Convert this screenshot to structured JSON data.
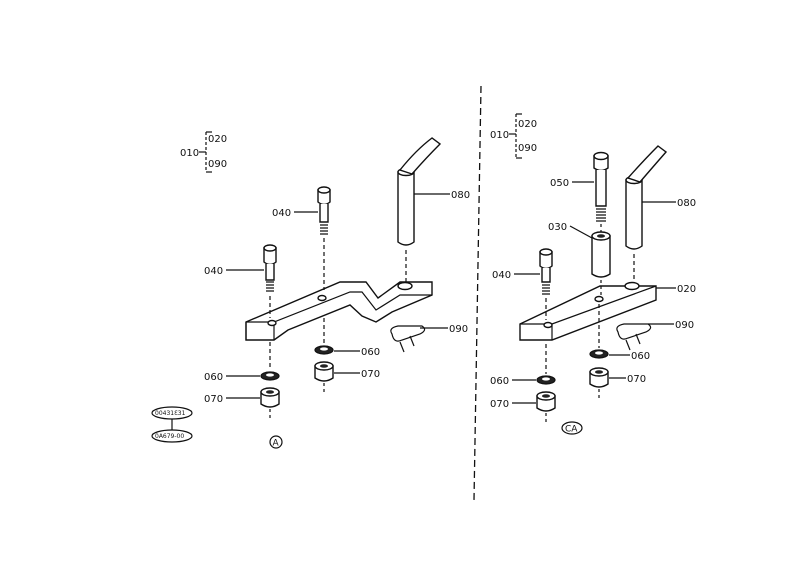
{
  "callouts": {
    "left": {
      "ref010": "010",
      "ref020": "020",
      "ref090_top": "090",
      "ref040_a": "040",
      "ref040_b": "040",
      "ref080": "080",
      "ref090": "090",
      "ref060_a": "060",
      "ref060_b": "060",
      "ref070_a": "070",
      "ref070_b": "070"
    },
    "right": {
      "ref010": "010",
      "ref020_top": "020",
      "ref090_top": "090",
      "ref050": "050",
      "ref080": "080",
      "ref030": "030",
      "ref040": "040",
      "ref020": "020",
      "ref090": "090",
      "ref060_a": "060",
      "ref060_b": "060",
      "ref070_a": "070",
      "ref070_b": "070"
    }
  },
  "variant_marks": {
    "left": "A",
    "right": "CA"
  },
  "serial_labels": {
    "first": "00431Ɛ31",
    "second": "0A679-00"
  }
}
